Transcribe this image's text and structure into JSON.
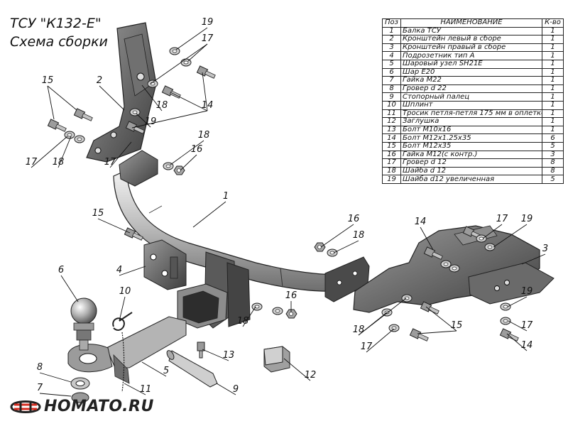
{
  "title_line1": "ТСУ \"К132-Е\"",
  "title_line2": "Схема сборки",
  "table": {
    "headers": [
      "Поз",
      "НАИМЕНОВАНИЕ",
      "К-во"
    ],
    "rows": [
      [
        "1",
        "Балка ТСУ",
        "1"
      ],
      [
        "2",
        "Кронштейн левый в сборе",
        "1"
      ],
      [
        "3",
        "Кронштейн правый в сборе",
        "1"
      ],
      [
        "4",
        "Подрозетник тип А",
        "1"
      ],
      [
        "5",
        "Шаровый узел SH21E",
        "1"
      ],
      [
        "6",
        "Шар E20",
        "1"
      ],
      [
        "7",
        "Гайка М22",
        "1"
      ],
      [
        "8",
        "Гровер d 22",
        "1"
      ],
      [
        "9",
        "Стопорный палец",
        "1"
      ],
      [
        "10",
        "Шплинт",
        "1"
      ],
      [
        "11",
        "Тросик петля-петля 175 мм в оплетке",
        "1"
      ],
      [
        "12",
        "Заглушка",
        "1"
      ],
      [
        "13",
        "Болт М10х16",
        "1"
      ],
      [
        "14",
        "Болт М12х1.25х35",
        "6"
      ],
      [
        "15",
        "Болт М12х35",
        "5"
      ],
      [
        "16",
        "Гайка М12(с контр.)",
        "3"
      ],
      [
        "17",
        "Гровер d 12",
        "8"
      ],
      [
        "18",
        "Шайба d 12",
        "8"
      ],
      [
        "19",
        "Шайба d12 увеличенная",
        "5"
      ]
    ]
  },
  "callouts": [
    "19",
    "17",
    "15",
    "2",
    "18",
    "19",
    "14",
    "17",
    "18",
    "18",
    "16",
    "17",
    "1",
    "15",
    "4",
    "6",
    "10",
    "16",
    "18",
    "14",
    "17",
    "19",
    "3",
    "16",
    "18",
    "19",
    "17",
    "18",
    "15",
    "17",
    "14",
    "13",
    "5",
    "12",
    "9",
    "8",
    "7",
    "11"
  ],
  "brand": "HOMATO.RU"
}
